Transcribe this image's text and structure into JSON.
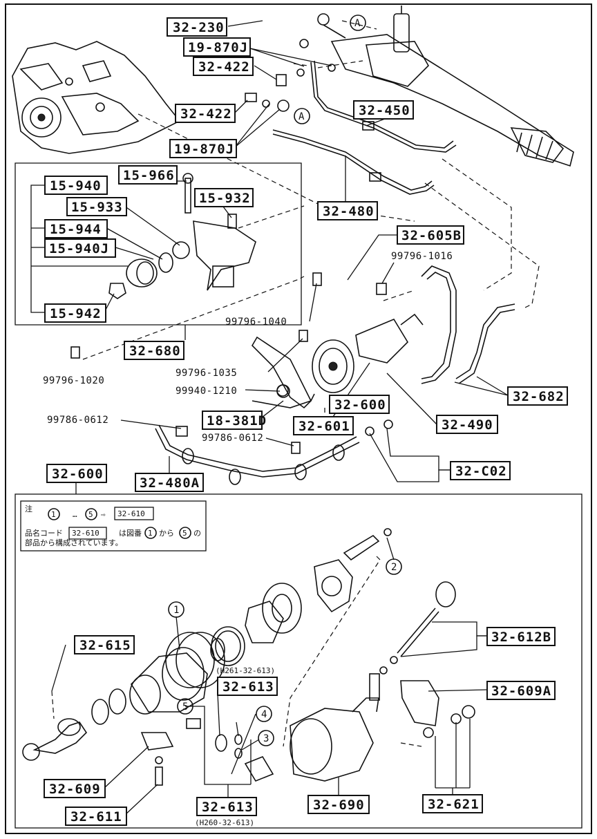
{
  "labels": {
    "l32_230": "32-230",
    "l19_870J_a": "19-870J",
    "l32_422_a": "32-422",
    "l32_422_b": "32-422",
    "l32_450": "32-450",
    "l19_870J_b": "19-870J",
    "l32_480": "32-480",
    "l15_966": "15-966",
    "l15_940": "15-940",
    "l15_933": "15-933",
    "l15_932": "15-932",
    "l15_944": "15-944",
    "l15_940J": "15-940J",
    "l15_942": "15-942",
    "l32_605B": "32-605B",
    "l32_680": "32-680",
    "l32_600_a": "32-600",
    "l32_682": "32-682",
    "l18_381D": "18-381D",
    "l32_601": "32-601",
    "l32_490": "32-490",
    "l32_C02": "32-C02",
    "l32_480A": "32-480A",
    "l32_600_b": "32-600",
    "l32_615": "32-615",
    "l32_612B": "32-612B",
    "l32_613_a": "32-613",
    "l32_609A": "32-609A",
    "l32_609": "32-609",
    "l32_611": "32-611",
    "l32_613_b": "32-613",
    "l32_690": "32-690",
    "l32_621": "32-621"
  },
  "part_numbers": {
    "p99796_1016": "99796-1016",
    "p99796_1040": "99796-1040",
    "p99796_1035": "99796-1035",
    "p99940_1210": "99940-1210",
    "p99796_1020": "99796-1020",
    "p99786_0612_a": "99786-0612",
    "p99786_0612_b": "99786-0612",
    "h261": "(H261-32-613)",
    "h260": "(H260-32-613)"
  },
  "callouts": {
    "a1": "A",
    "a2": "A",
    "n1": "1",
    "n2": "2",
    "n3": "3",
    "n4": "4",
    "n5": "5"
  },
  "note": {
    "heading": "注",
    "range_start": "1",
    "range_dots": "…",
    "range_end": "5",
    "arrow": "⇨",
    "range_code": "32-610",
    "line2_prefix": "品名コード",
    "line2_code": "32-610",
    "line2_mid": "は図番",
    "line2_start": "1",
    "line2_from": "から",
    "line2_end": "5",
    "line2_suffix": "の",
    "line3": "部品から構成されています。"
  }
}
